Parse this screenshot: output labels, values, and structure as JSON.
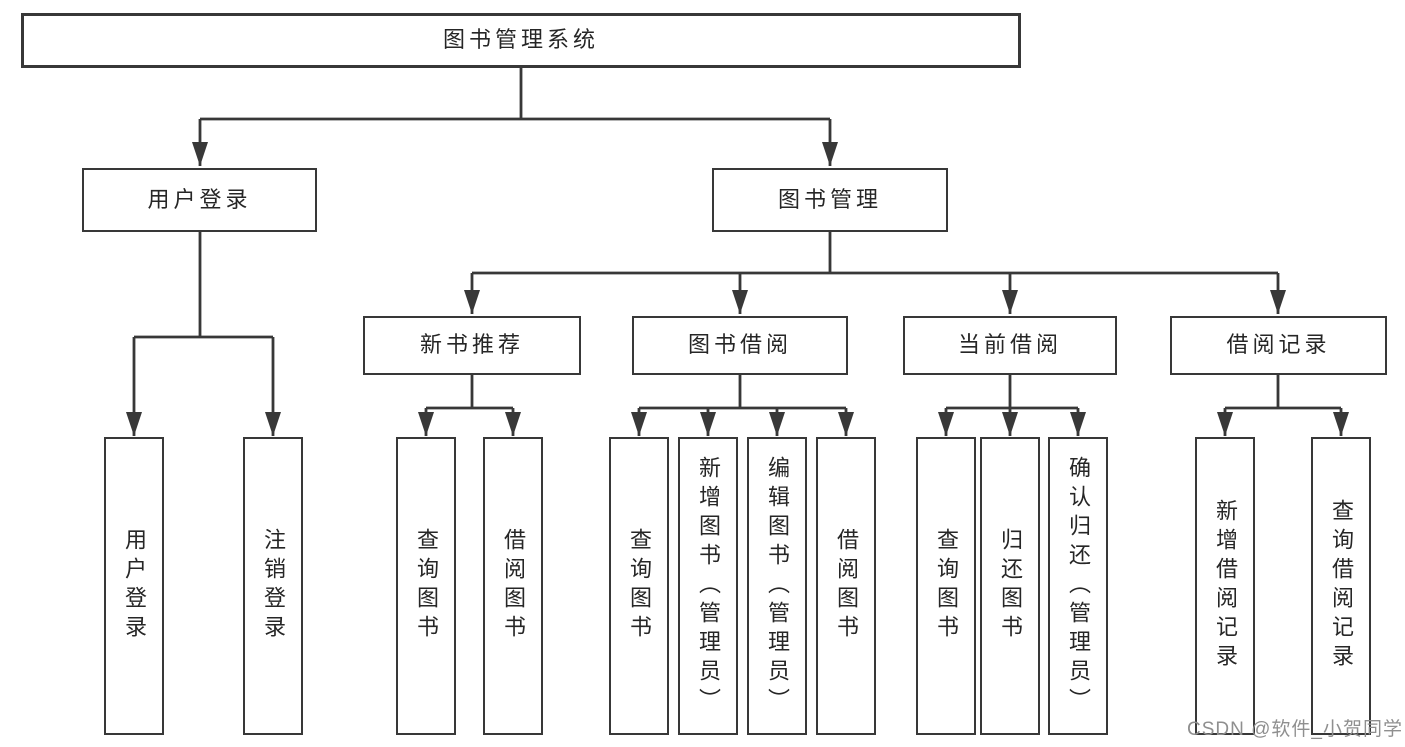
{
  "colors": {
    "background": "#ffffff",
    "box_border": "#383838",
    "connector": "#383838",
    "label_text": "#262626",
    "watermark_text": "#8f8f8f"
  },
  "tree": {
    "label": "图书管理系统",
    "children": [
      {
        "label": "用户登录",
        "children": [
          {
            "label": "用户登录"
          },
          {
            "label": "注销登录"
          }
        ]
      },
      {
        "label": "图书管理",
        "children": [
          {
            "label": "新书推荐",
            "children": [
              {
                "label": "查询图书"
              },
              {
                "label": "借阅图书"
              }
            ]
          },
          {
            "label": "图书借阅",
            "children": [
              {
                "label": "查询图书"
              },
              {
                "label": "新增图书（管理员）"
              },
              {
                "label": "编辑图书（管理员）"
              },
              {
                "label": "借阅图书"
              }
            ]
          },
          {
            "label": "当前借阅",
            "children": [
              {
                "label": "查询图书"
              },
              {
                "label": "归还图书"
              },
              {
                "label": "确认归还（管理员）"
              }
            ]
          },
          {
            "label": "借阅记录",
            "children": [
              {
                "label": "新增借阅记录"
              },
              {
                "label": "查询借阅记录"
              }
            ]
          }
        ]
      }
    ]
  },
  "watermark": {
    "text": "CSDN @软件_小贺同学"
  }
}
